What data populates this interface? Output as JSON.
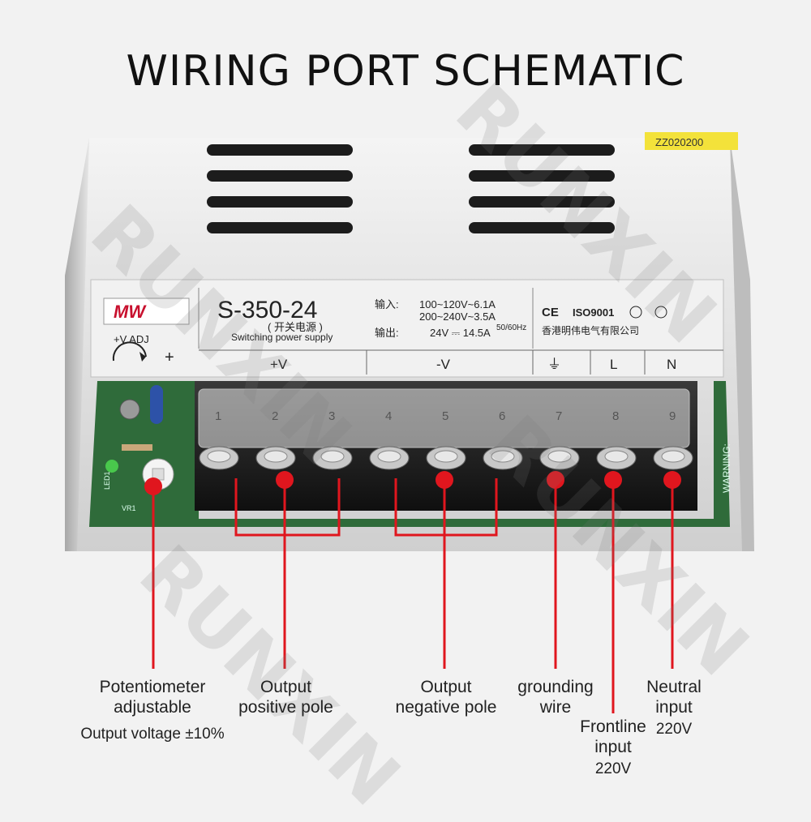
{
  "title": "WIRING PORT SCHEMATIC",
  "watermark": "RUNXIN",
  "device": {
    "logo": "MW",
    "adj_label": "+V ADJ",
    "adj_sign": "+",
    "model": "S-350-24",
    "model_cn": "( 开关电源 )",
    "model_en": "Switching power supply",
    "input_cn": "输入:",
    "input_line1": "100~120V~6.1A",
    "input_line2": "200~240V~3.5A",
    "freq": "50/60Hz",
    "output_cn": "输出:",
    "output_spec": "24V ⎓ 14.5A",
    "cert1": "CE",
    "cert2": "ISO9001",
    "company": "香港明伟电气有限公司",
    "terminal_labels": [
      "+V",
      "-V",
      "⏚",
      "L",
      "N"
    ],
    "terminal_numbers": [
      "1",
      "2",
      "3",
      "4",
      "5",
      "6",
      "7",
      "8",
      "9"
    ],
    "warning": "WARNING:",
    "side_sticker": "ZZ020200",
    "led_label": "LED1",
    "vr_label": "VR1"
  },
  "callouts": [
    {
      "id": "potentiometer",
      "lines": [
        "Potentiometer",
        "adjustable"
      ],
      "sub": "Output voltage ±10%"
    },
    {
      "id": "positive",
      "lines": [
        "Output",
        "positive pole"
      ]
    },
    {
      "id": "negative",
      "lines": [
        "Output",
        "negative pole"
      ]
    },
    {
      "id": "ground",
      "lines": [
        "grounding",
        "wire"
      ]
    },
    {
      "id": "frontline",
      "lines": [
        "Frontline",
        "input"
      ],
      "sub": "220V"
    },
    {
      "id": "neutral",
      "lines": [
        "Neutral",
        "input"
      ],
      "sub": "220V"
    }
  ],
  "colors": {
    "callout": "#e0161e",
    "pcb": "#2f6b3a",
    "terminal": "#1b1b1b",
    "case": "#d9d9d9"
  }
}
